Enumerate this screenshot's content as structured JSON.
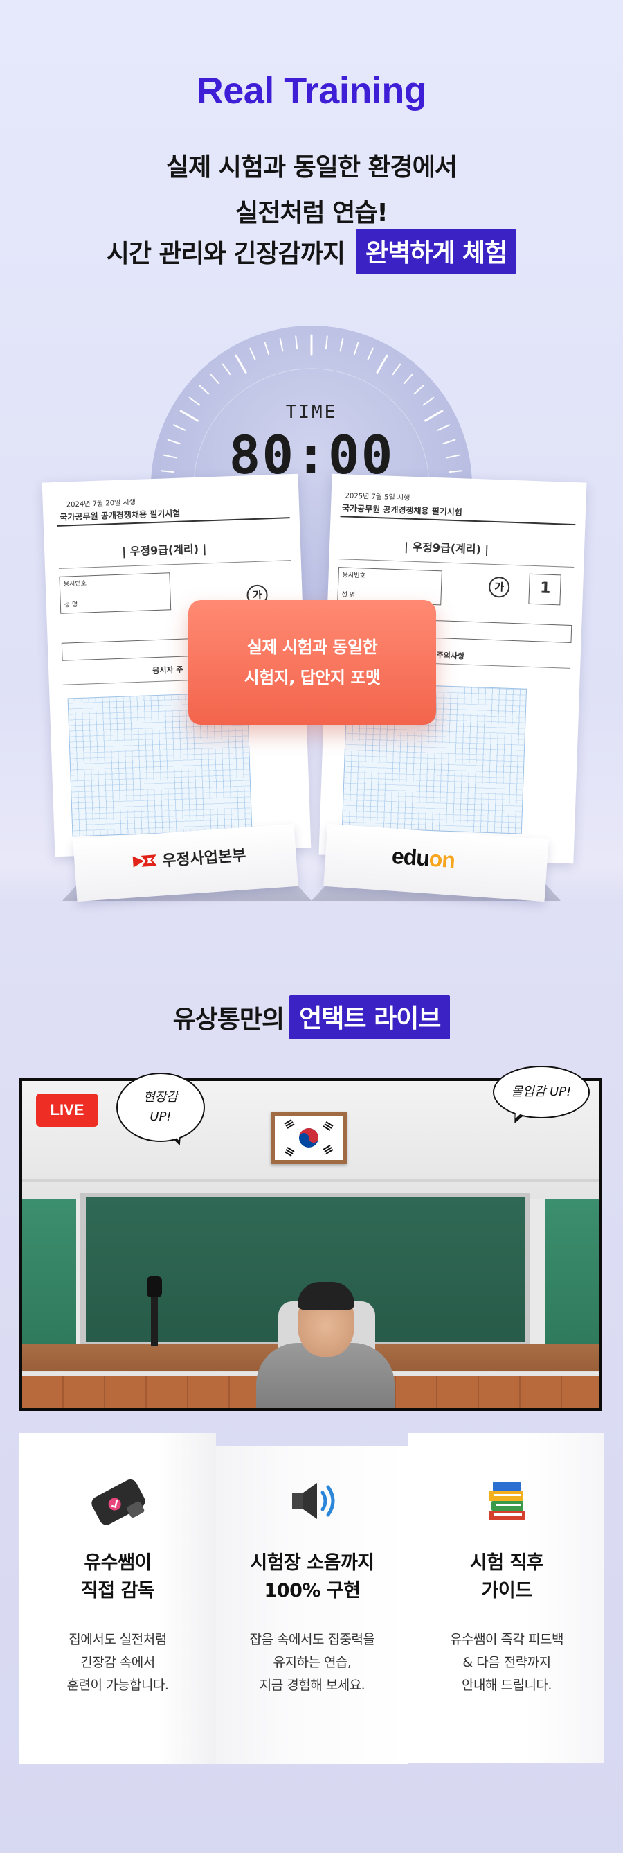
{
  "section1": {
    "title": "Real Training",
    "line1": "실제 시험과 동일한 환경에서",
    "line2": "실전처럼 연습!",
    "line3_prefix": "시간 관리와 긴장감까지",
    "line3_highlight": "완벽하게 체험",
    "timer_label": "TIME",
    "timer_value": "80:00",
    "callout_line1": "실제 시험과 동일한",
    "callout_line2": "시험지, 답안지 포맷",
    "paper_left": {
      "date": "2024년 7월 20일 시행",
      "header": "국가공무원 공개경쟁채용 필기시험",
      "grade": "| 우정9급(계리) |",
      "field_no": "응시번호",
      "field_name": "성 명",
      "ga": "가",
      "notice": "응시자 주"
    },
    "paper_right": {
      "date": "2025년 7월 5일 시행",
      "header": "국가공무원 공개경쟁채용 필기시험",
      "grade": "| 우정9급(계리) |",
      "field_no": "응시번호",
      "field_name": "성 명",
      "ga": "가",
      "num": "1",
      "notice": "주의사항"
    },
    "logo_left": "우정사업본부",
    "logo_right_a": "edu",
    "logo_right_b": "on"
  },
  "section2": {
    "title_prefix": "유상통만의",
    "title_highlight": "언택트 라이브",
    "live_badge": "LIVE",
    "bubble1_line1": "현장감",
    "bubble1_line2": "UP!",
    "bubble2": "몰입감 UP!"
  },
  "section3": {
    "features": [
      {
        "icon": "monitor-badge-icon",
        "title_line1": "유수쌤이",
        "title_line2": "직접 감독",
        "desc_line1": "집에서도 실전처럼",
        "desc_line2": "긴장감 속에서",
        "desc_line3": "훈련이 가능합니다."
      },
      {
        "icon": "speaker-icon",
        "title_line1": "시험장 소음까지",
        "title_line2": "100% 구현",
        "desc_line1": "잡음 속에서도 집중력을",
        "desc_line2": "유지하는 연습,",
        "desc_line3": "지금 경험해 보세요."
      },
      {
        "icon": "books-icon",
        "title_line1": "시험 직후",
        "title_line2": "가이드",
        "desc_line1": "유수쌤이 즉각 피드백",
        "desc_line2": "& 다음 전략까지",
        "desc_line3": "안내해 드립니다."
      }
    ]
  },
  "colors": {
    "accent": "#3f1fd6",
    "highlight_bg": "#3b22c4",
    "callout": "#f3644c",
    "live": "#ee2d25"
  }
}
